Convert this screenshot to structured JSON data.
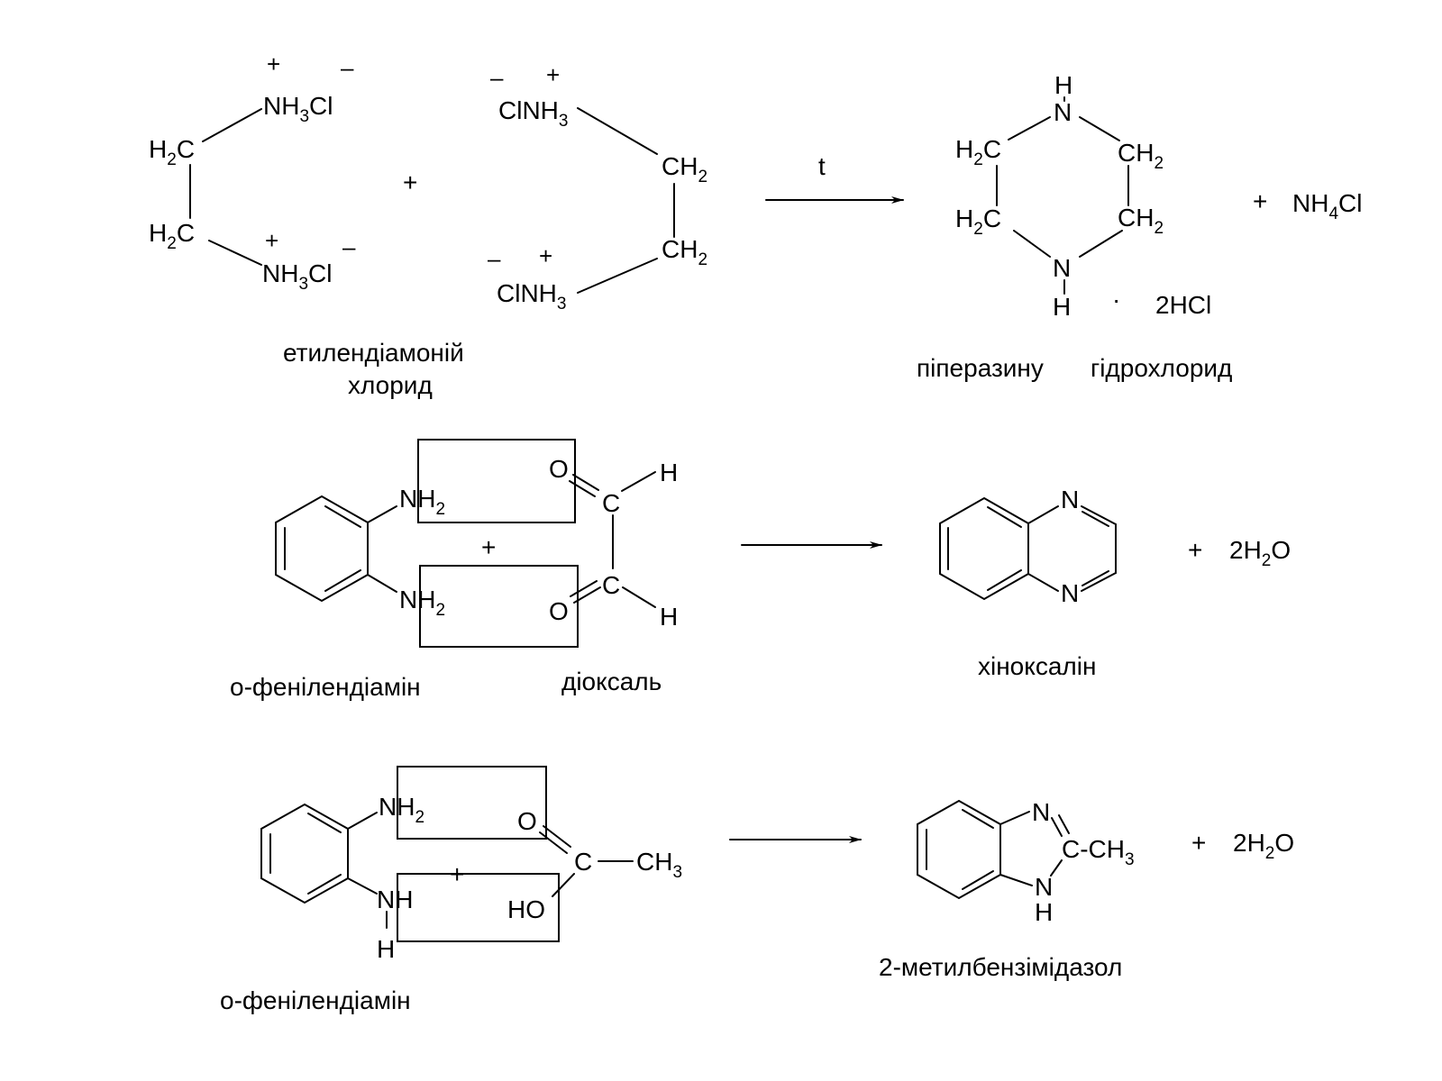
{
  "colors": {
    "ink": "#000000",
    "background": "#ffffff"
  },
  "reaction1": {
    "condition": "t",
    "reactant_name_line1": "етилендіамоній",
    "reactant_name_line2": "хлорид",
    "plus": "+",
    "product_name_left": "піперазину",
    "product_name_right": "гідрохлорид",
    "byproduct_plus": "+",
    "byproduct": {
      "prefix": "NH",
      "sub": "4",
      "suffix": "Cl"
    },
    "salt": "2HCl",
    "dot": "·",
    "left_atoms": {
      "nh3cl": {
        "prefix": "NH",
        "sub": "3",
        "suffix": "Cl"
      },
      "h2c": {
        "prefix": "H",
        "sub": "2",
        "suffix": "C"
      },
      "plus_charge": "+",
      "minus_charge": "–"
    },
    "right_atoms": {
      "clnh3": {
        "prefix": "ClNH",
        "sub": "3"
      },
      "ch2": {
        "prefix": "CH",
        "sub": "2"
      }
    },
    "product_atoms": {
      "n": "N",
      "h": "H"
    }
  },
  "reaction2": {
    "reactant1_name": "о-фенілендіамін",
    "reactant2_name": "діоксаль",
    "plus": "+",
    "product_name": "хіноксалін",
    "byproduct_plus": "+",
    "byproduct": {
      "prefix": "2H",
      "sub": "2",
      "suffix": "O"
    },
    "atoms": {
      "nh2": {
        "prefix": "NH",
        "sub": "2"
      },
      "o": "O",
      "c": "C",
      "h": "H",
      "n": "N"
    }
  },
  "reaction3": {
    "reactant1_name": "о-фенілендіамін",
    "plus": "+",
    "product_name": "2-метилбензімідазол",
    "byproduct_plus": "+",
    "byproduct": {
      "prefix": "2H",
      "sub": "2",
      "suffix": "O"
    },
    "atoms": {
      "nh2": {
        "prefix": "NH",
        "sub": "2"
      },
      "nh": "NH",
      "h": "H",
      "o": "O",
      "ho": "HO",
      "c": "C",
      "ch3": {
        "prefix": "CH",
        "sub": "3"
      },
      "n": "N",
      "c_ch3": {
        "prefix": "C-CH",
        "sub": "3"
      }
    }
  }
}
